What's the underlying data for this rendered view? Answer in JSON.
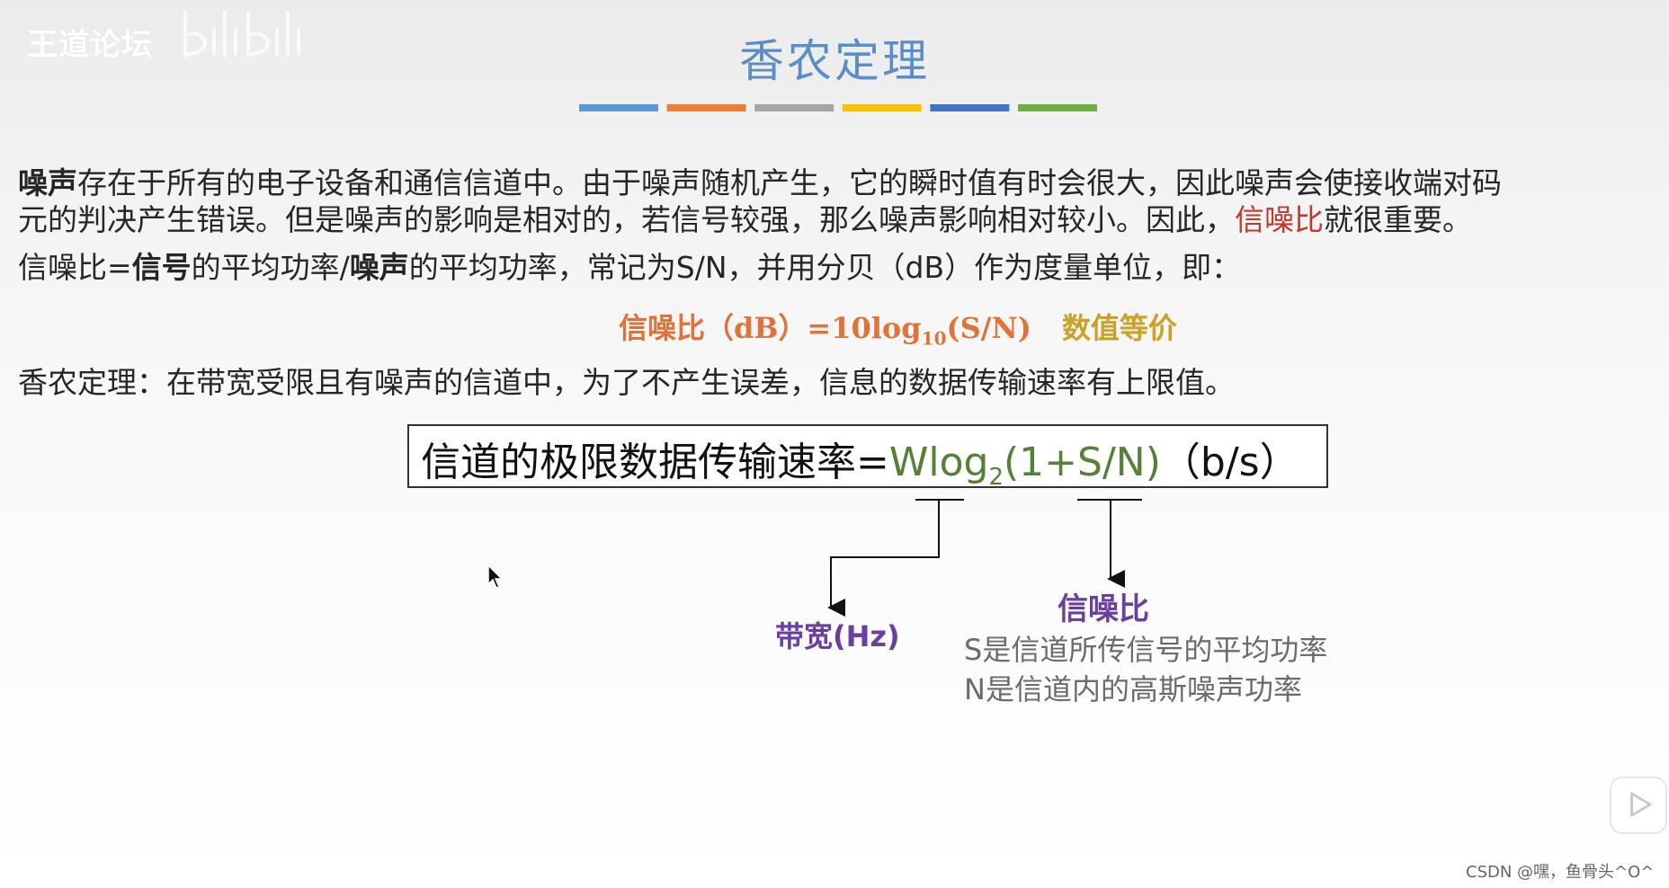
{
  "watermark": {
    "text": "王道论坛",
    "logo": "bilibili"
  },
  "slide": {
    "title": "香农定理",
    "title_bar_colors": [
      "#5b9bd5",
      "#ed7d31",
      "#a5a5a5",
      "#ffc000",
      "#4472c4",
      "#70ad47"
    ],
    "para1": {
      "noise": "噪声",
      "text_a": "存在于所有的电子设备和通信信道中。由于噪声随机产生，它的瞬时值有时会很大，因此噪声会使接收端对码",
      "text_b": "元的判决产生错误。但是噪声的影响是相对的，若信号较强，那么噪声影响相对较小。因此，",
      "snr": "信噪比",
      "text_c": "就很重要。"
    },
    "para2": {
      "a": "信噪比=",
      "signal": "信号",
      "b": "的平均功率/",
      "noise": "噪声",
      "c": "的平均功率，常记为S/N，并用分贝（dB）作为度量单位，即："
    },
    "db_formula": {
      "lhs": "信噪比（dB）=10log",
      "sub": "10",
      "rhs": "(S/N)",
      "equivalent": "数值等价"
    },
    "para3": "香农定理：在带宽受限且有噪声的信道中，为了不产生误差，信息的数据传输速率有上限值。",
    "shannon": {
      "lhs": "信道的极限数据传输速率=",
      "w": "Wlog",
      "sub": "2",
      "arg": "(1+S/N)",
      "unit": "（b/s）"
    },
    "annotations": {
      "bandwidth": "带宽(Hz)",
      "snr": "信噪比",
      "s_desc": "S是信道所传信号的平均功率",
      "n_desc": "N是信道内的高斯噪声功率"
    }
  },
  "player": {
    "play_icon": "play-icon"
  },
  "credit": "CSDN @嘿，鱼骨头^O^"
}
